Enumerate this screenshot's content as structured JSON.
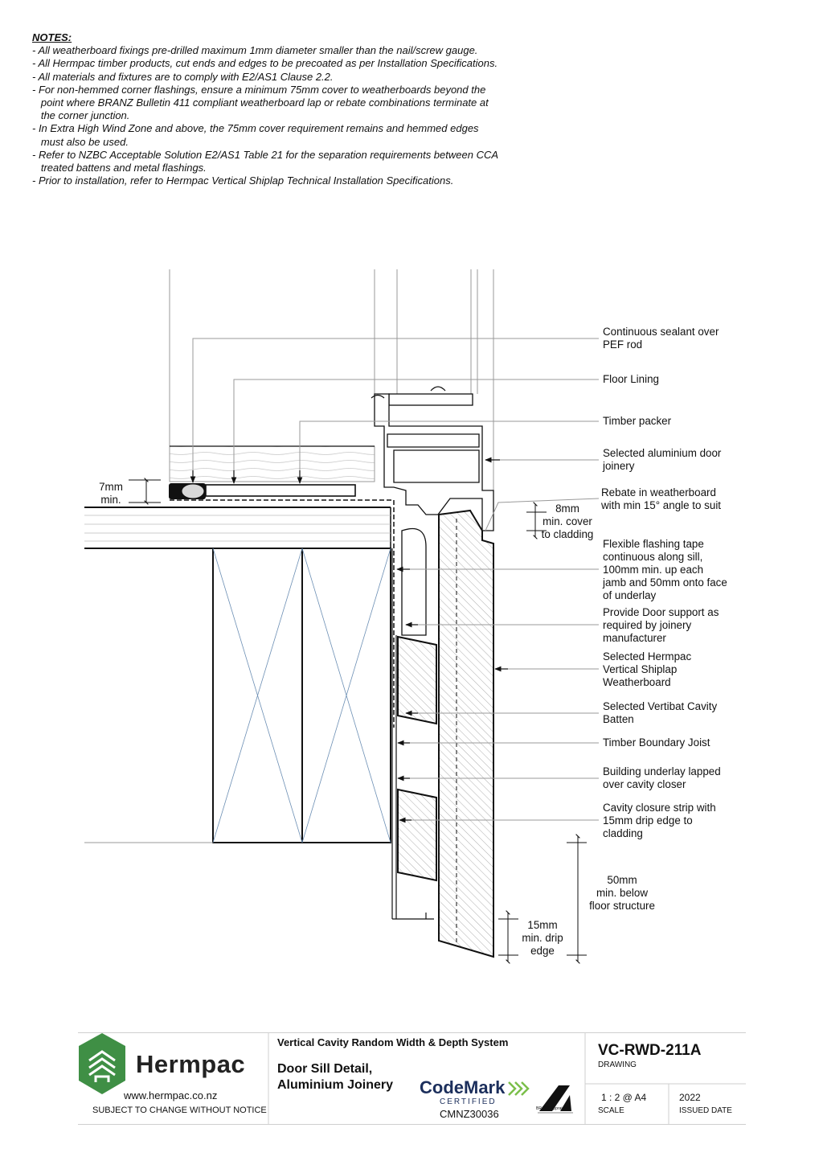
{
  "notes": {
    "heading": "NOTES:",
    "lines": [
      "- All weatherboard fixings pre-drilled maximum 1mm diameter smaller than the nail/screw gauge.",
      "- All Hermpac timber products, cut ends and edges to be precoated as per Installation Specifications.",
      "- All materials and fixtures are to comply with E2/AS1 Clause 2.2.",
      "- For non-hemmed corner flashings, ensure a minimum 75mm cover to weatherboards beyond the",
      "   point where BRANZ Bulletin 411 compliant weatherboard lap or rebate combinations terminate at",
      "   the corner junction.",
      "- In Extra High Wind Zone and above, the 75mm cover requirement remains and hemmed edges",
      "   must also be used.",
      "- Refer to NZBC Acceptable Solution E2/AS1 Table 21 for the separation requirements between CCA",
      "   treated battens and metal flashings.",
      "- Prior to installation, refer to Hermpac Vertical Shiplap Technical Installation Specifications."
    ]
  },
  "callouts": [
    "Continuous sealant over\nPEF rod",
    "Floor Lining",
    "Timber packer",
    "Selected aluminium door\njoinery",
    "Rebate in weatherboard\nwith min 15° angle to suit",
    "Flexible flashing tape\ncontinuous along sill,\n100mm min. up each\njamb and 50mm onto face\nof underlay",
    "Provide Door support as\nrequired by joinery\nmanufacturer",
    "Selected Hermpac\nVertical Shiplap\nWeatherboard",
    "Selected Vertibat Cavity\nBatten",
    "Timber Boundary Joist",
    "Building underlay lapped\nover cavity closer",
    "Cavity closure strip with\n15mm drip edge to\ncladding"
  ],
  "dimensions": {
    "min7": "7mm\nmin.",
    "cover8": "8mm\nmin. cover\nto cladding",
    "below50": "50mm\nmin. below\nfloor structure",
    "drip15": "15mm\nmin. drip\nedge"
  },
  "title_block": {
    "brand": "Hermpac",
    "website": "www.hermpac.co.nz",
    "disclaimer": "SUBJECT TO CHANGE WITHOUT NOTICE",
    "system": "Vertical Cavity Random Width & Depth System",
    "title_line1": "Door Sill Detail,",
    "title_line2": "Aluminium Joinery",
    "codemark": "CodeMark",
    "codemark_certified": "CERTIFIED",
    "codemark_number": "CMNZ30036",
    "branz": "BRANZ Appraised",
    "drawing_number": "VC-RWD-211A",
    "drawing_label": "DRAWING",
    "scale": "1 : 2 @ A4",
    "scale_label": "SCALE",
    "issued": "2022",
    "issued_label": "ISSUED DATE"
  },
  "colors": {
    "brand_green": "#3f8f45",
    "line": "#111111",
    "grey_line": "#9a9a9a",
    "blue_hatch": "#6c8fb4",
    "codemark_green": "#7bbf4a",
    "codemark_navy": "#1c2f5c"
  }
}
